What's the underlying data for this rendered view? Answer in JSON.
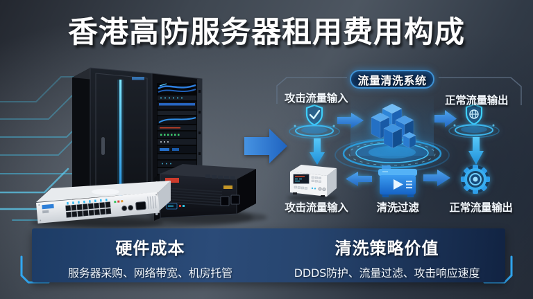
{
  "title": "香港高防服务器租用费用构成",
  "cleaning_system": {
    "badge": "流量清洗系统",
    "nodes": {
      "attack_input_top": "攻击流量输入",
      "normal_output_top": "正常流量输出",
      "attack_input_bottom": "攻击流量输入",
      "filter": "清洗过滤",
      "normal_output_bottom": "正常流量输出"
    }
  },
  "cards": {
    "left": {
      "title": "硬件成本",
      "subtitle": "服务器采购、网络带宽、机房托管"
    },
    "right": {
      "title": "清洗策略价值",
      "subtitle": "DDDS防护、流量过滤、攻击响应速度"
    }
  },
  "colors": {
    "accent_cyan": "#3fc0f8",
    "arrow_blue": "#2e7fd6",
    "badge_border": "#3f93d6",
    "card_navy": "#24466f",
    "background_slate": "#3c4450",
    "bracket_blue": "#31a8f2",
    "led_strip": "#40d0ff"
  },
  "icons": [
    "circuit-traces",
    "server-rack-closed",
    "server-rack-open",
    "rack-server-box",
    "network-switch",
    "big-arrow-icon",
    "shield-check-icon",
    "shield-globe-icon",
    "cube-stack-icon",
    "instrument-icon",
    "filter-box-icon",
    "gear-icon",
    "arrow-right-icon",
    "arrow-left-icon",
    "arrow-down-icon",
    "corner-bracket"
  ]
}
